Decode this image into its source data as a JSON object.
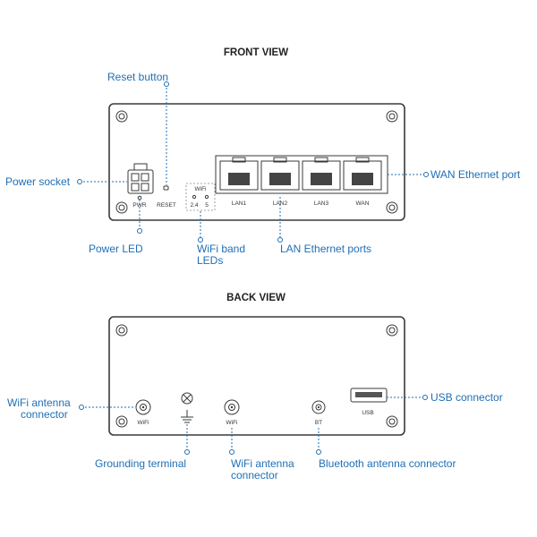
{
  "colors": {
    "callout": "#1f6fb5",
    "outline": "#3a3a3a"
  },
  "front": {
    "title": "FRONT VIEW",
    "port_labels": {
      "pwr": "PWR",
      "reset": "RESET",
      "wifi": "WiFi",
      "wifi_24": "2.4",
      "wifi_5": "5",
      "lan1": "LAN1",
      "lan2": "LAN2",
      "lan3": "LAN3",
      "wan": "WAN"
    },
    "callouts": {
      "reset_button": "Reset button",
      "power_socket": "Power socket",
      "wan_port": "WAN Ethernet port",
      "power_led": "Power LED",
      "wifi_band_leds_l1": "WiFi band",
      "wifi_band_leds_l2": "LEDs",
      "lan_ports": "LAN Ethernet ports"
    }
  },
  "back": {
    "title": "BACK VIEW",
    "port_labels": {
      "wifi_left": "WiFi",
      "wifi_right": "WiFi",
      "bt": "BT",
      "usb": "USB"
    },
    "callouts": {
      "wifi_antenna_left_l1": "WiFi antenna",
      "wifi_antenna_left_l2": "connector",
      "usb_connector": "USB connector",
      "grounding_terminal": "Grounding terminal",
      "wifi_antenna_bottom_l1": "WiFi antenna",
      "wifi_antenna_bottom_l2": "connector",
      "bluetooth_antenna": "Bluetooth antenna connector"
    }
  }
}
